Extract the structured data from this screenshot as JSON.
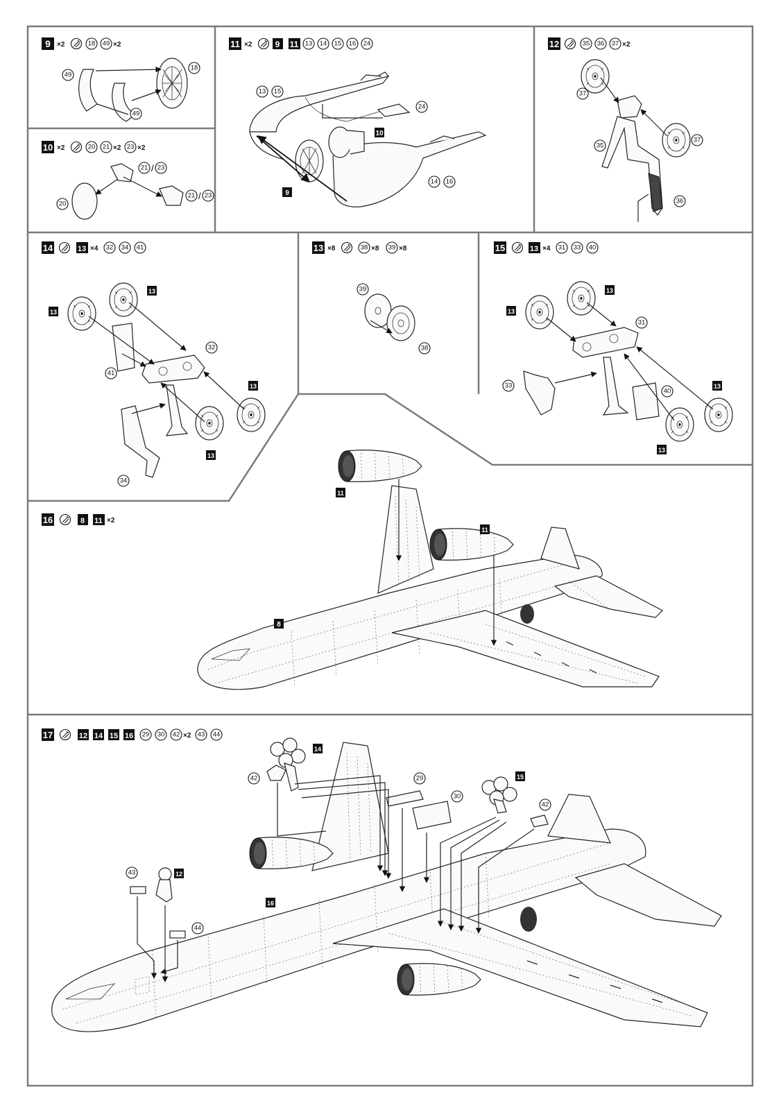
{
  "steps": [
    {
      "number": "9",
      "items": [
        "×2",
        "glue",
        "18",
        "49",
        "×2"
      ],
      "callouts": [
        "49",
        "18",
        "49"
      ]
    },
    {
      "number": "10",
      "items": [
        "×2",
        "glue",
        "20",
        "21",
        "×2",
        "23",
        "×2"
      ],
      "callouts": [
        "21",
        "/",
        "23",
        "20",
        "21",
        "/",
        "23"
      ]
    },
    {
      "number": "11",
      "items": [
        "×2",
        "glue",
        "9",
        "11",
        "13",
        "14",
        "15",
        "16",
        "24"
      ],
      "callouts": [
        "13",
        "15",
        "24",
        "10",
        "9",
        "14",
        "16"
      ]
    },
    {
      "number": "12",
      "items": [
        "glue",
        "35",
        "36",
        "37",
        "×2"
      ],
      "callouts": [
        "37",
        "35",
        "37",
        "36"
      ]
    },
    {
      "number": "14",
      "items": [
        "glue",
        "13",
        "×4",
        "32",
        "34",
        "41"
      ],
      "callouts": [
        "13",
        "13",
        "32",
        "41",
        "13",
        "13",
        "34"
      ]
    },
    {
      "number": "13",
      "items": [
        "×8",
        "glue",
        "38",
        "×8",
        "39",
        "×8"
      ],
      "callouts": [
        "39",
        "38"
      ]
    },
    {
      "number": "15",
      "items": [
        "glue",
        "13",
        "×4",
        "31",
        "33",
        "40"
      ],
      "callouts": [
        "13",
        "13",
        "31",
        "33",
        "40",
        "13",
        "13"
      ]
    },
    {
      "number": "16",
      "items": [
        "glue",
        "8",
        "11",
        "×2"
      ],
      "callouts": [
        "11",
        "11",
        "8"
      ]
    },
    {
      "number": "17",
      "items": [
        "glue",
        "12",
        "14",
        "15",
        "16",
        "29",
        "30",
        "42",
        "×2",
        "43",
        "44"
      ],
      "callouts": [
        "14",
        "42",
        "29",
        "30",
        "15",
        "42",
        "43",
        "12",
        "44",
        "16"
      ]
    }
  ],
  "icons": {
    "glue": "glue-tube-icon"
  }
}
